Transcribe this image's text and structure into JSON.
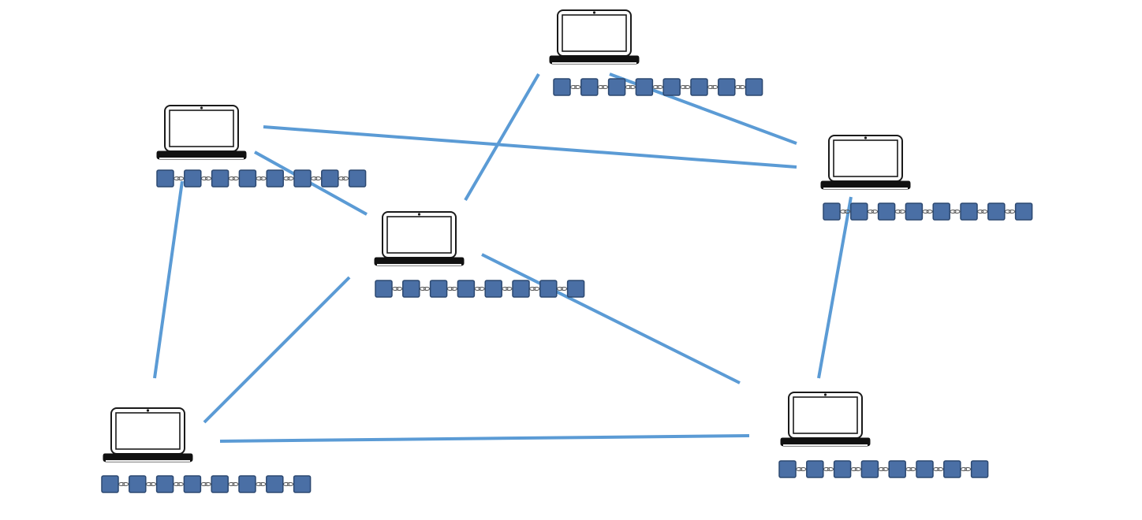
{
  "diagram": {
    "type": "peer-to-peer network",
    "link_color": "#5b9bd5",
    "block_fill": "#4a6fa5",
    "block_stroke": "#2c4870",
    "nodes": [
      {
        "id": "node-top",
        "icon": "laptop-icon",
        "blocks": 8
      },
      {
        "id": "node-upper-left",
        "icon": "laptop-icon",
        "blocks": 8
      },
      {
        "id": "node-center",
        "icon": "laptop-icon",
        "blocks": 8
      },
      {
        "id": "node-right",
        "icon": "laptop-icon",
        "blocks": 8
      },
      {
        "id": "node-bottom-left",
        "icon": "laptop-icon",
        "blocks": 8
      },
      {
        "id": "node-bottom-right",
        "icon": "laptop-icon",
        "blocks": 8
      }
    ],
    "links": [
      {
        "from": "node-top",
        "to": "node-right"
      },
      {
        "from": "node-top",
        "to": "node-center"
      },
      {
        "from": "node-upper-left",
        "to": "node-right"
      },
      {
        "from": "node-upper-left",
        "to": "node-center"
      },
      {
        "from": "node-upper-left",
        "to": "node-bottom-left"
      },
      {
        "from": "node-center",
        "to": "node-bottom-left"
      },
      {
        "from": "node-center",
        "to": "node-bottom-right"
      },
      {
        "from": "node-right",
        "to": "node-bottom-right"
      },
      {
        "from": "node-bottom-left",
        "to": "node-bottom-right"
      }
    ]
  }
}
